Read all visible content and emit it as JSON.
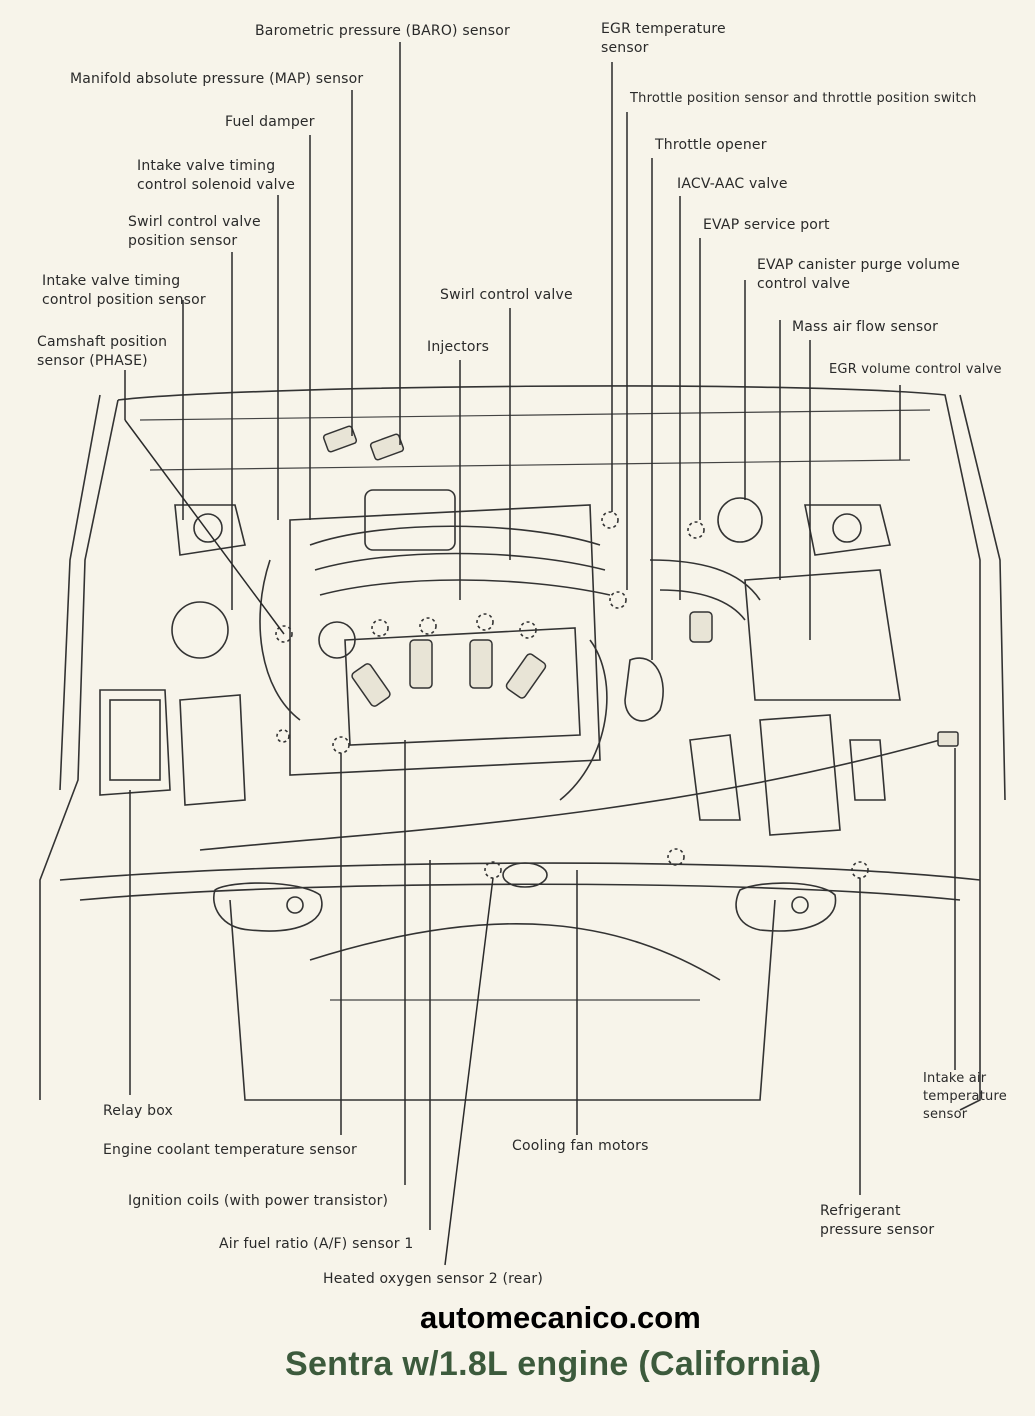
{
  "labels": {
    "baro": "Barometric pressure (BARO) sensor",
    "map": "Manifold absolute pressure (MAP) sensor",
    "fuel_damper": "Fuel damper",
    "ivt_solenoid_1": "Intake valve timing",
    "ivt_solenoid_2": "control solenoid valve",
    "swirl_pos_1": "Swirl control valve",
    "swirl_pos_2": "position sensor",
    "ivt_pos_1": "Intake valve timing",
    "ivt_pos_2": "control position sensor",
    "cam_1": "Camshaft position",
    "cam_2": "sensor (PHASE)",
    "injectors": "Injectors",
    "swirl_valve": "Swirl control valve",
    "egr_temp_1": "EGR temperature",
    "egr_temp_2": "sensor",
    "tps": "Throttle position sensor and throttle position switch",
    "throttle_opener": "Throttle opener",
    "iacv": "IACV-AAC valve",
    "evap_port": "EVAP service port",
    "evap_purge_1": "EVAP canister purge volume",
    "evap_purge_2": "control valve",
    "maf": "Mass air flow sensor",
    "egr_volume": "EGR volume control valve",
    "relay_box": "Relay box",
    "ect": "Engine coolant temperature sensor",
    "ign_coils": "Ignition coils (with power transistor)",
    "af_sensor": "Air fuel ratio (A/F) sensor 1",
    "ho2s": "Heated oxygen sensor 2 (rear)",
    "fan_motors": "Cooling fan motors",
    "iat_1": "Intake air",
    "iat_2": "temperature",
    "iat_3": "sensor",
    "refrig_1": "Refrigerant",
    "refrig_2": "pressure sensor"
  },
  "footer": {
    "site": "automecanico.com",
    "caption": "Sentra w/1.8L engine (California)"
  }
}
